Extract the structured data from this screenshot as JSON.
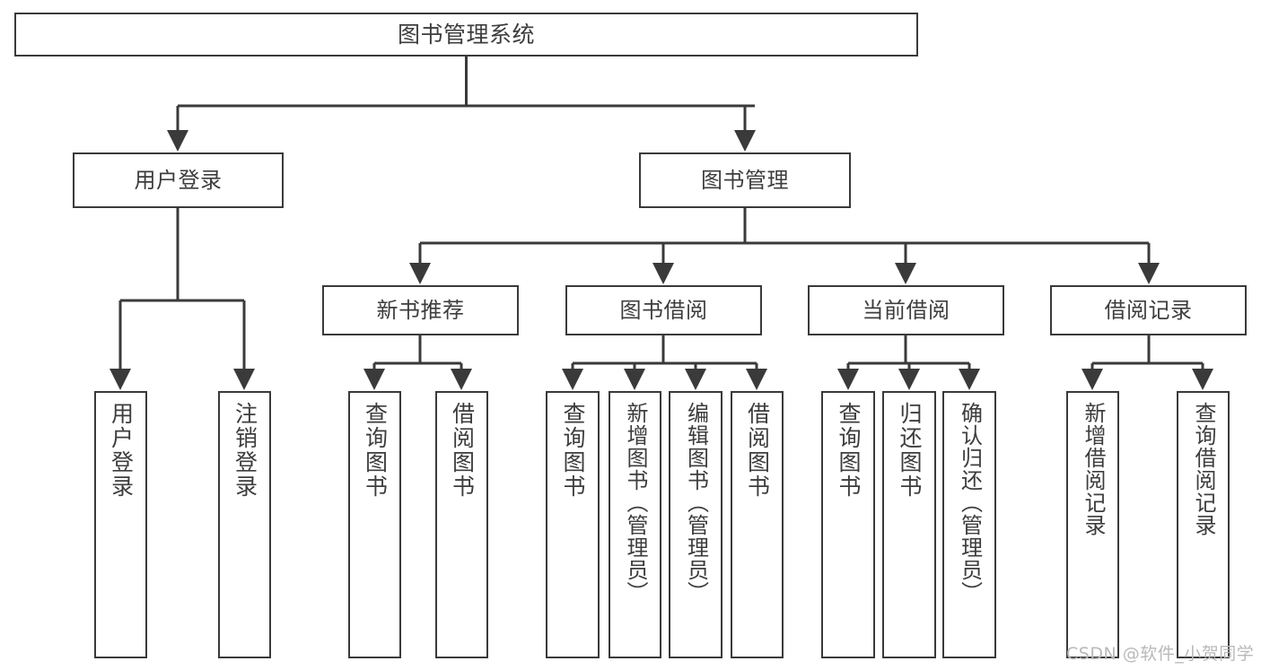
{
  "diagram": {
    "type": "tree",
    "title": "图书管理系统",
    "root": {
      "id": "root",
      "label": "图书管理系统"
    },
    "level2": [
      {
        "id": "user-login",
        "label": "用户登录"
      },
      {
        "id": "book-management",
        "label": "图书管理"
      }
    ],
    "level3": [
      {
        "id": "new-book-recommend",
        "label": "新书推荐",
        "parent": "book-management"
      },
      {
        "id": "book-borrow",
        "label": "图书借阅",
        "parent": "book-management"
      },
      {
        "id": "current-borrow",
        "label": "当前借阅",
        "parent": "book-management"
      },
      {
        "id": "borrow-record",
        "label": "借阅记录",
        "parent": "book-management"
      }
    ],
    "leaves": [
      {
        "id": "leaf-user-login",
        "label": "用户登录",
        "parent": "user-login"
      },
      {
        "id": "leaf-logout-login",
        "label": "注销登录",
        "parent": "user-login"
      },
      {
        "id": "leaf-query-book-1",
        "label": "查询图书",
        "parent": "new-book-recommend"
      },
      {
        "id": "leaf-borrow-book-1",
        "label": "借阅图书",
        "parent": "new-book-recommend"
      },
      {
        "id": "leaf-query-book-2",
        "label": "查询图书",
        "parent": "book-borrow"
      },
      {
        "id": "leaf-add-book",
        "label": "新增图书（管理员）",
        "parent": "book-borrow"
      },
      {
        "id": "leaf-edit-book",
        "label": "编辑图书（管理员）",
        "parent": "book-borrow"
      },
      {
        "id": "leaf-borrow-book-2",
        "label": "借阅图书",
        "parent": "book-borrow"
      },
      {
        "id": "leaf-query-book-3",
        "label": "查询图书",
        "parent": "current-borrow"
      },
      {
        "id": "leaf-return-book",
        "label": "归还图书",
        "parent": "current-borrow"
      },
      {
        "id": "leaf-confirm-return",
        "label": "确认归还（管理员）",
        "parent": "current-borrow"
      },
      {
        "id": "leaf-add-record",
        "label": "新增借阅记录",
        "parent": "borrow-record"
      },
      {
        "id": "leaf-query-record",
        "label": "查询借阅记录",
        "parent": "borrow-record"
      }
    ]
  },
  "watermark": {
    "text": "CSDN @软件_小贺同学"
  },
  "colors": {
    "stroke": "#3a3a3a",
    "node_fill": "#ffffff",
    "text": "#3d3d3d",
    "background": "#ffffff",
    "watermark": "#b9b9b9"
  }
}
